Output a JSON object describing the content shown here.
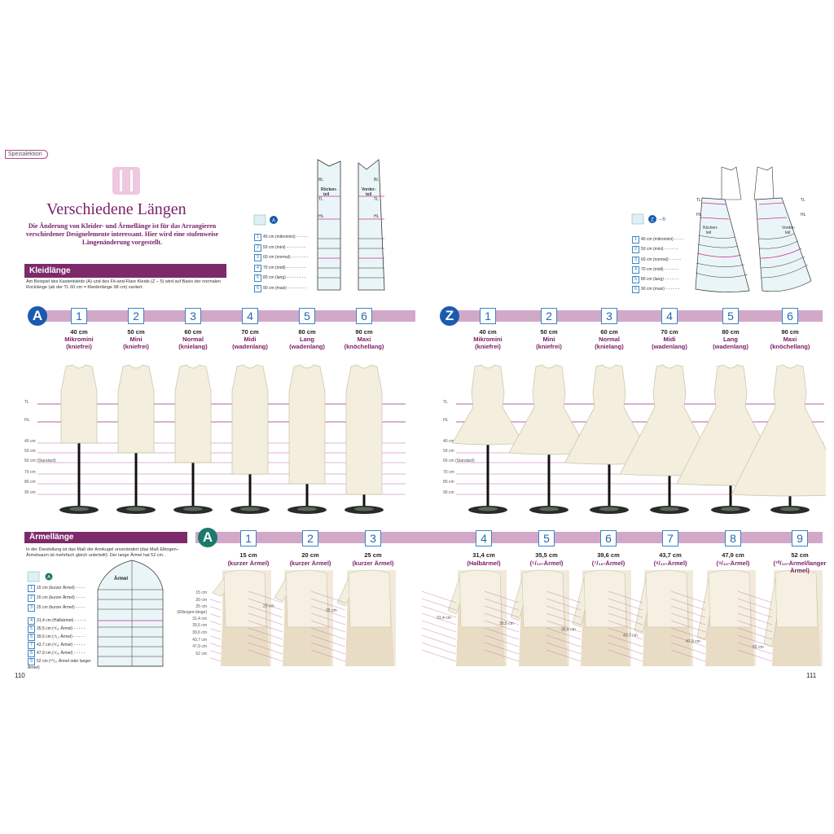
{
  "spezial": "Spezialektion",
  "title": "Verschiedene Längen",
  "intro": "Die Änderung von Kleider- und Ärmellänge ist für das Arrangieren verschiedener Designelemente interessant. Hier wird eine stufenweise Längenänderung vorgestellt.",
  "kleid": {
    "heading": "Kleidlänge",
    "text": "Am Beispiel des Kastenkleids (A) und des Fit-and-Flare Kleids (Z – 5) wird auf Basis der normalen Rocklänge (ab der TL 60 cm = Kleiderlänge 98 cm) variiert."
  },
  "aermel": {
    "heading": "Ärmellänge",
    "text": "In der Darstellung ist das Maß der Armkugel unverändert (das Maß Elbogen–Ärmelsaum ist mehrfach gleich unterteilt). Der lange Ärmel hat 52 cm.",
    "pattern_label": "Ärmel"
  },
  "pattern_labels": {
    "bl": "BL",
    "tl": "TL",
    "hl": "HL",
    "back": "Rücken-teil",
    "front": "Vorder-teil",
    "zlabel": "Z – 5"
  },
  "legend_dress": [
    "40 cm (mikromini)",
    "50 cm (mini)",
    "60 cm (normal)",
    "70 cm (midi)",
    "80 cm (lang)",
    "90 cm (maxi)"
  ],
  "legend_sleeve": [
    "15 cm (kurzer Ärmel)",
    "20 cm (kurzer Ärmel)",
    "25 cm (kurzer Ärmel)",
    "31,4 cm (Halbärmel)",
    "35,5 cm (⁵/₁₀ Ärmel)",
    "39,6 cm (⁷/₁₀ Ärmel)",
    "43,7 cm (⁸/₁₀ Ärmel)",
    "47,9 cm (⁹/₁₀ Ärmel)",
    "52 cm (¹⁰/₁₀ Ärmel oder langer Ärmel)"
  ],
  "row_a": {
    "letter": "A",
    "cols": [
      {
        "n": "1",
        "cm": "40 cm",
        "name": "Mikromini",
        "sub": "(kniefrei)"
      },
      {
        "n": "2",
        "cm": "50 cm",
        "name": "Mini",
        "sub": "(kniefrei)"
      },
      {
        "n": "3",
        "cm": "60 cm",
        "name": "Normal",
        "sub": "(knielang)"
      },
      {
        "n": "4",
        "cm": "70 cm",
        "name": "Midi",
        "sub": "(wadenlang)"
      },
      {
        "n": "5",
        "cm": "80 cm",
        "name": "Lang",
        "sub": "(wadenlang)"
      },
      {
        "n": "6",
        "cm": "90 cm",
        "name": "Maxi",
        "sub": "(knöchellang)"
      }
    ]
  },
  "row_z": {
    "letter": "Z",
    "cols": [
      {
        "n": "1",
        "cm": "40 cm",
        "name": "Mikromini",
        "sub": "(kniefrei)"
      },
      {
        "n": "2",
        "cm": "50 cm",
        "name": "Mini",
        "sub": "(kniefrei)"
      },
      {
        "n": "3",
        "cm": "60 cm",
        "name": "Normal",
        "sub": "(knielang)"
      },
      {
        "n": "4",
        "cm": "70 cm",
        "name": "Midi",
        "sub": "(wadenlang)"
      },
      {
        "n": "5",
        "cm": "80 cm",
        "name": "Lang",
        "sub": "(wadenlang)"
      },
      {
        "n": "6",
        "cm": "90 cm",
        "name": "Maxi",
        "sub": "(knöchellang)"
      }
    ]
  },
  "guides_left": [
    "TL",
    "HL",
    "40 cm",
    "50 cm",
    "60 cm (Standard)",
    "70 cm",
    "80 cm",
    "90 cm"
  ],
  "guides_right": [
    "TL",
    "HL",
    "40 cm",
    "50 cm",
    "60 cm (Standard)",
    "70 cm",
    "80 cm",
    "90 cm"
  ],
  "sleeve_row": {
    "letter": "A",
    "cols": [
      {
        "n": "1",
        "cm": "15 cm",
        "desc": "(kurzer Ärmel)",
        "tag": ""
      },
      {
        "n": "2",
        "cm": "20 cm",
        "desc": "(kurzer Ärmel)",
        "tag": "20 cm"
      },
      {
        "n": "3",
        "cm": "25 cm",
        "desc": "(kurzer Ärmel)",
        "tag": "25 cm"
      },
      {
        "n": "4",
        "cm": "31,4 cm",
        "desc": "(Halbärmel)",
        "tag": "31,4 cm"
      },
      {
        "n": "5",
        "cm": "35,5 cm",
        "desc": "(⁵/₁₀-Ärmel)",
        "tag": "35,5 cm"
      },
      {
        "n": "6",
        "cm": "39,6 cm",
        "desc": "(⁷/₁₀-Ärmel)",
        "tag": "39,6 cm"
      },
      {
        "n": "7",
        "cm": "43,7 cm",
        "desc": "(⁸/₁₀-Ärmel)",
        "tag": "43,7 cm"
      },
      {
        "n": "8",
        "cm": "47,9 cm",
        "desc": "(⁹/₁₀-Ärmel)",
        "tag": "47,9 cm"
      },
      {
        "n": "9",
        "cm": "52 cm",
        "desc": "(¹⁰/₁₀-Ärmel/langer Ärmel)",
        "tag": "52 cm"
      }
    ]
  },
  "sleeve_scale": [
    "15 cm",
    "20 cm",
    "25 cm",
    "(Ellbogen-länge)",
    "31,4 cm",
    "35,5 cm",
    "39,6 cm",
    "43,7 cm",
    "47,9 cm",
    "52 cm"
  ],
  "page_left": "110",
  "page_right": "111",
  "colors": {
    "purple": "#7d2a6b",
    "band": "#d2a8c9",
    "blue": "#1a5bb0",
    "green": "#1a7a6b",
    "fabric": "#f3eedd",
    "guide": "#9b2d86"
  }
}
